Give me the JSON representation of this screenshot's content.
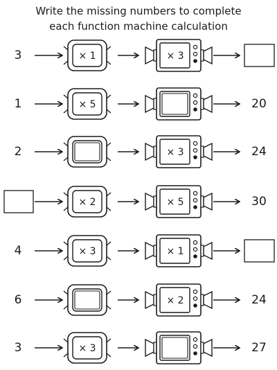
{
  "worksheet": {
    "instructions": [
      "Write the missing numbers to complete",
      "each function machine calculation"
    ],
    "rows": [
      {
        "input": "3",
        "op1": "× 1",
        "op2": "× 3",
        "output": ""
      },
      {
        "input": "1",
        "op1": "× 5",
        "op2": "",
        "output": "20"
      },
      {
        "input": "2",
        "op1": "",
        "op2": "× 3",
        "output": "24"
      },
      {
        "input": "",
        "op1": "× 2",
        "op2": "× 5",
        "output": "30"
      },
      {
        "input": "4",
        "op1": "× 3",
        "op2": "× 1",
        "output": ""
      },
      {
        "input": "6",
        "op1": "",
        "op2": "× 2",
        "output": "24"
      },
      {
        "input": "3",
        "op1": "× 3",
        "op2": "",
        "output": "27"
      }
    ]
  }
}
